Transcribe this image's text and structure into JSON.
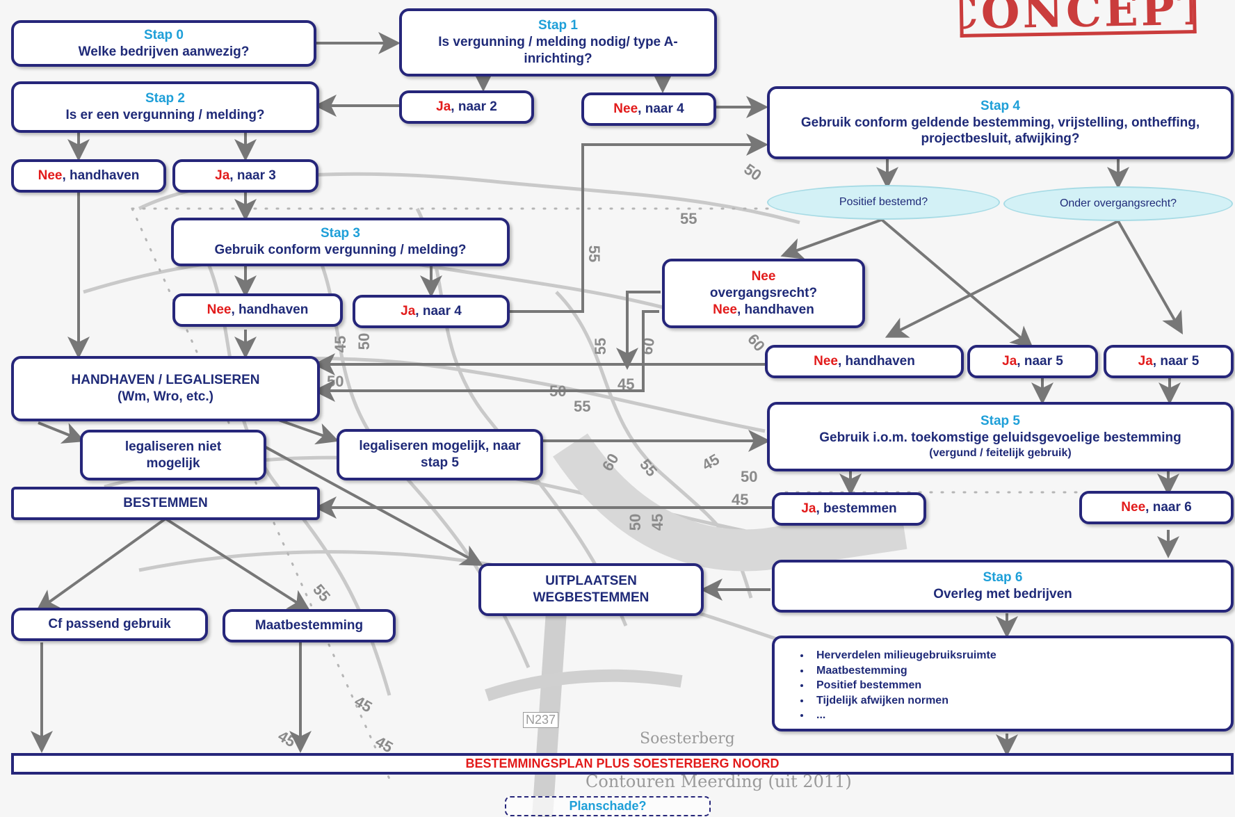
{
  "stamp": "CONCEPT",
  "map": {
    "place": "Soesterberg",
    "caption": "Contouren Meerding (uit 2011)",
    "road": "N237",
    "numbers": [
      "50",
      "55",
      "55",
      "45",
      "50",
      "55",
      "60",
      "45",
      "50",
      "55",
      "50",
      "60",
      "45",
      "50",
      "55",
      "45",
      "50",
      "45",
      "60",
      "55",
      "45",
      "45",
      "45"
    ]
  },
  "nodes": {
    "stap0": {
      "step": "Stap 0",
      "text": "Welke bedrijven aanwezig?"
    },
    "stap1": {
      "step": "Stap 1",
      "text": "Is vergunning / melding nodig/ type A-inrichting?"
    },
    "stap2": {
      "step": "Stap 2",
      "text": "Is er een vergunning / melding?"
    },
    "stap1_ja": {
      "red": "Ja",
      "text": ", naar 2"
    },
    "stap1_nee": {
      "red": "Nee",
      "text": ", naar 4"
    },
    "stap2_nee": {
      "red": "Nee",
      "text": ", handhaven"
    },
    "stap2_ja": {
      "red": "Ja",
      "text": ", naar 3"
    },
    "stap3": {
      "step": "Stap 3",
      "text": "Gebruik conform vergunning / melding?"
    },
    "stap3_nee": {
      "red": "Nee",
      "text": ", handhaven"
    },
    "stap3_ja": {
      "red": "Ja",
      "text": ", naar 4"
    },
    "stap4": {
      "step": "Stap 4",
      "text1": "Gebruik conform geldende bestemming, vrijstelling, ontheffing,",
      "text2": "projectbesluit, afwijking?"
    },
    "q_positief": "Positief bestemd?",
    "q_overgang": "Onder overgangsrecht?",
    "nee_overgang": {
      "line1": "Nee",
      "line2": "overgangsrecht?",
      "line3_red": "Nee",
      "line3": ", handhaven"
    },
    "s4_nee_handhaven": {
      "red": "Nee",
      "text": ", handhaven"
    },
    "s4_ja5_a": {
      "red": "Ja",
      "text": ", naar 5"
    },
    "s4_ja5_b": {
      "red": "Ja",
      "text": ", naar 5"
    },
    "handhaven": {
      "line1": "HANDHAVEN / LEGALISEREN",
      "line2": "(Wm, Wro, etc.)"
    },
    "leg_niet": "legaliseren niet mogelijk",
    "leg_mogelijk": "legaliseren mogelijk, naar stap 5",
    "stap5": {
      "step": "Stap 5",
      "text": "Gebruik i.o.m. toekomstige geluidsgevoelige bestemming",
      "sub": "(vergund / feitelijk gebruik)"
    },
    "bestemmen": "BESTEMMEN",
    "s5_ja": {
      "red": "Ja",
      "text": ", bestemmen"
    },
    "s5_nee": {
      "red": "Nee",
      "text": ", naar 6"
    },
    "uitplaatsen": {
      "line1": "UITPLAATSEN",
      "line2": "WEGBESTEMMEN"
    },
    "stap6": {
      "step": "Stap 6",
      "text": "Overleg met bedrijven"
    },
    "cf_passend": "Cf passend gebruik",
    "maatbestemming": "Maatbestemming",
    "options": [
      "Herverdelen milieugebruiksruimte",
      "Maatbestemming",
      "Positief bestemmen",
      "Tijdelijk afwijken normen",
      "..."
    ],
    "final": "BESTEMMINGSPLAN  PLUS SOESTERBERG NOORD",
    "planschade": "Planschade?"
  }
}
